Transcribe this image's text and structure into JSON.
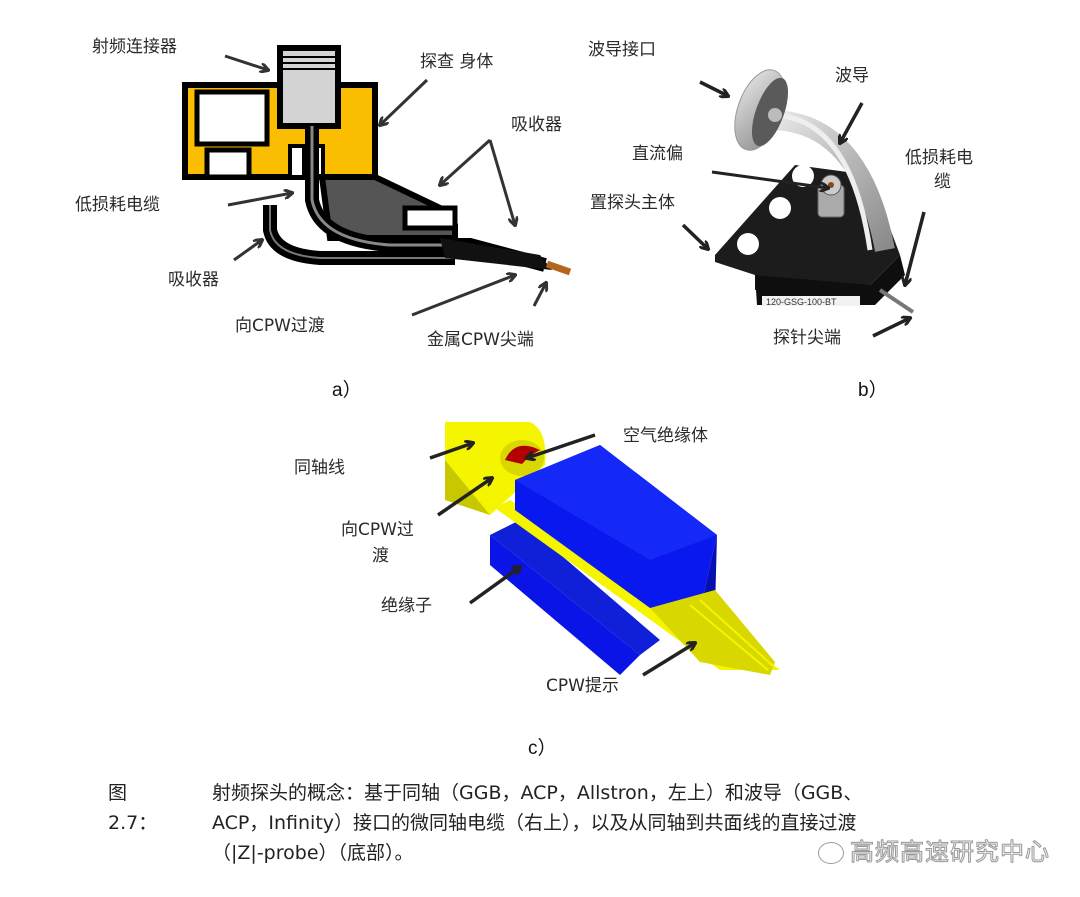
{
  "figure": {
    "panel_a": {
      "sublabel": "a）",
      "labels": {
        "rf_connector": "射频连接器",
        "probe_body": "探查 身体",
        "absorber_top": "吸收器",
        "low_loss_cable": "低损耗电缆",
        "absorber_bottom": "吸收器",
        "transition_to_cpw": "向CPW过渡",
        "metal_cpw_tip": "金属CPW尖端"
      },
      "colors": {
        "body": "#FBBD00",
        "connector": "#D3D3D3",
        "absorber": "#555555",
        "tip": "#B5651D"
      }
    },
    "panel_b": {
      "sublabel": "b）",
      "labels": {
        "waveguide_interface": "波导接口",
        "waveguide": "波导",
        "dc_bias": "直流偏",
        "probe_body": "置探头主体",
        "low_loss_cable_1": "低损耗电",
        "low_loss_cable_2": "缆",
        "probe_tip": "探针尖端"
      },
      "part_number": "120-GSG-100-BT",
      "colors": {
        "body": "#1c1c1c",
        "flange": "#c8c8c8"
      }
    },
    "panel_c": {
      "sublabel": "c）",
      "labels": {
        "coax_line": "同轴线",
        "air_dielectric": "空气绝缘体",
        "transition_1": "向CPW过",
        "transition_2": "渡",
        "insulator": "绝缘子",
        "cpw_tip": "CPW提示"
      },
      "colors": {
        "conductor": "#F5F500",
        "insulator": "#0A14E6",
        "air": "#B00000"
      }
    },
    "caption": {
      "number": "图2.7：",
      "lines": [
        "射频探头的概念：基于同轴（GGB，ACP，Allstron，左上）和波导（GGB、",
        "ACP，Infinity）接口的微同轴电缆（右上），以及从同轴到共面线的直接过渡",
        "（|Z|-probe）（底部）。"
      ]
    },
    "watermark": "高频高速研究中心"
  }
}
